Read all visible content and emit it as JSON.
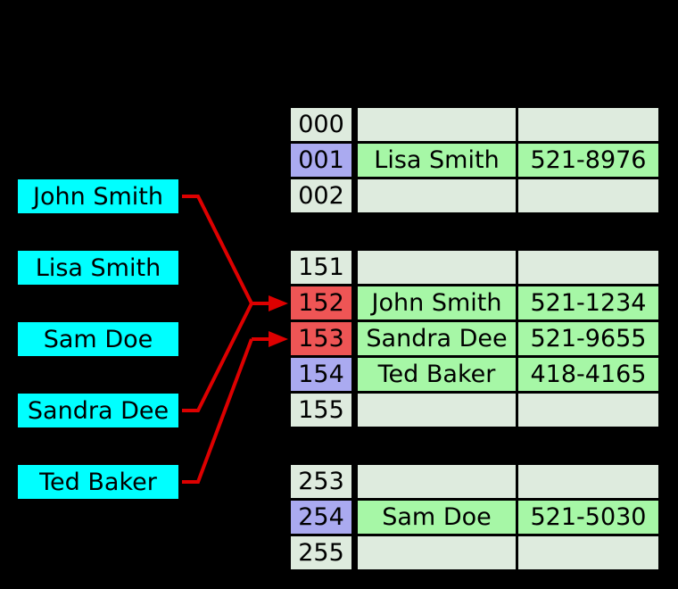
{
  "diagram": {
    "kind": "hash-table-open-addressing",
    "background_color": "#000000"
  },
  "palette": {
    "key_fill": "#00FFFF",
    "empty_cell": "#DEEBDE",
    "occupied_index": "#AAAAF0",
    "collision_index": "#EE5555",
    "entry_fill": "#A6F7A6",
    "arrow_color": "#DD0000",
    "text_color": "#000000"
  },
  "keys": {
    "items": [
      {
        "label": "John Smith"
      },
      {
        "label": "Lisa Smith"
      },
      {
        "label": "Sam Doe"
      },
      {
        "label": "Sandra Dee"
      },
      {
        "label": "Ted Baker"
      }
    ]
  },
  "table": {
    "groups": [
      {
        "rows": [
          {
            "index": "000",
            "state": "empty",
            "name": "",
            "phone": ""
          },
          {
            "index": "001",
            "state": "occupied",
            "name": "Lisa Smith",
            "phone": "521-8976"
          },
          {
            "index": "002",
            "state": "empty",
            "name": "",
            "phone": ""
          }
        ]
      },
      {
        "rows": [
          {
            "index": "151",
            "state": "empty",
            "name": "",
            "phone": ""
          },
          {
            "index": "152",
            "state": "collision",
            "name": "John Smith",
            "phone": "521-1234"
          },
          {
            "index": "153",
            "state": "collision",
            "name": "Sandra Dee",
            "phone": "521-9655"
          },
          {
            "index": "154",
            "state": "occupied",
            "name": "Ted Baker",
            "phone": "418-4165"
          },
          {
            "index": "155",
            "state": "empty",
            "name": "",
            "phone": ""
          }
        ]
      },
      {
        "rows": [
          {
            "index": "253",
            "state": "empty",
            "name": "",
            "phone": ""
          },
          {
            "index": "254",
            "state": "occupied",
            "name": "Sam Doe",
            "phone": "521-5030"
          },
          {
            "index": "255",
            "state": "empty",
            "name": "",
            "phone": ""
          }
        ]
      }
    ]
  },
  "arrows": [
    {
      "from": "John Smith",
      "to": "152"
    },
    {
      "from": "Sandra Dee",
      "to": "152"
    },
    {
      "from": "Ted Baker",
      "to": "153"
    }
  ]
}
